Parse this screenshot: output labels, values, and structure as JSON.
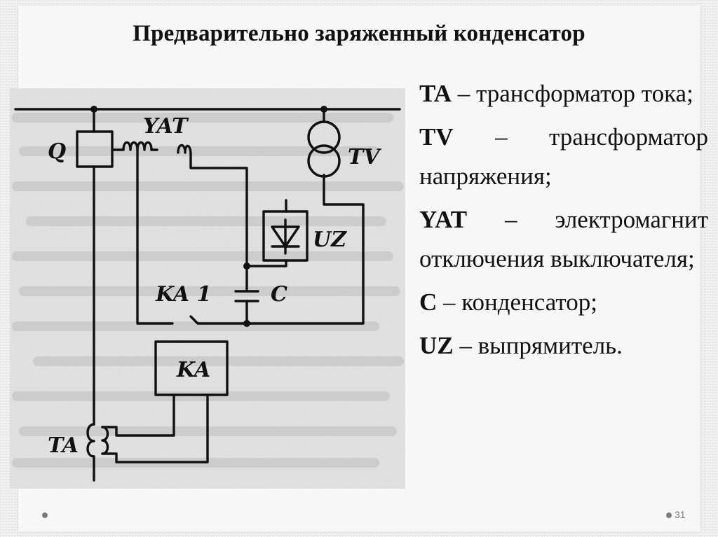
{
  "title": "Предварительно заряженный конденсатор",
  "legend": [
    {
      "term": "TA",
      "dash": " – ",
      "desc": "трансформатор тока;"
    },
    {
      "term": "TV",
      "dash": " – ",
      "desc": "трансформатор напряжения;"
    },
    {
      "term": "YAT",
      "dash": " – ",
      "desc": "электромагнит отключения выключателя;"
    },
    {
      "term": "C",
      "dash": " – ",
      "desc": "конденсатор;"
    },
    {
      "term": "UZ",
      "dash": " – ",
      "desc": "выпрямитель."
    }
  ],
  "diagram_labels": {
    "q": "Q",
    "yat": "YAT",
    "tv": "TV",
    "uz": "UZ",
    "ka1": "KA 1",
    "c": "C",
    "ka": "KA",
    "ta": "TA"
  },
  "page_number": "31",
  "colors": {
    "background": "#f1f1f1",
    "text": "#111111",
    "bullet": "#7a7a7a"
  }
}
